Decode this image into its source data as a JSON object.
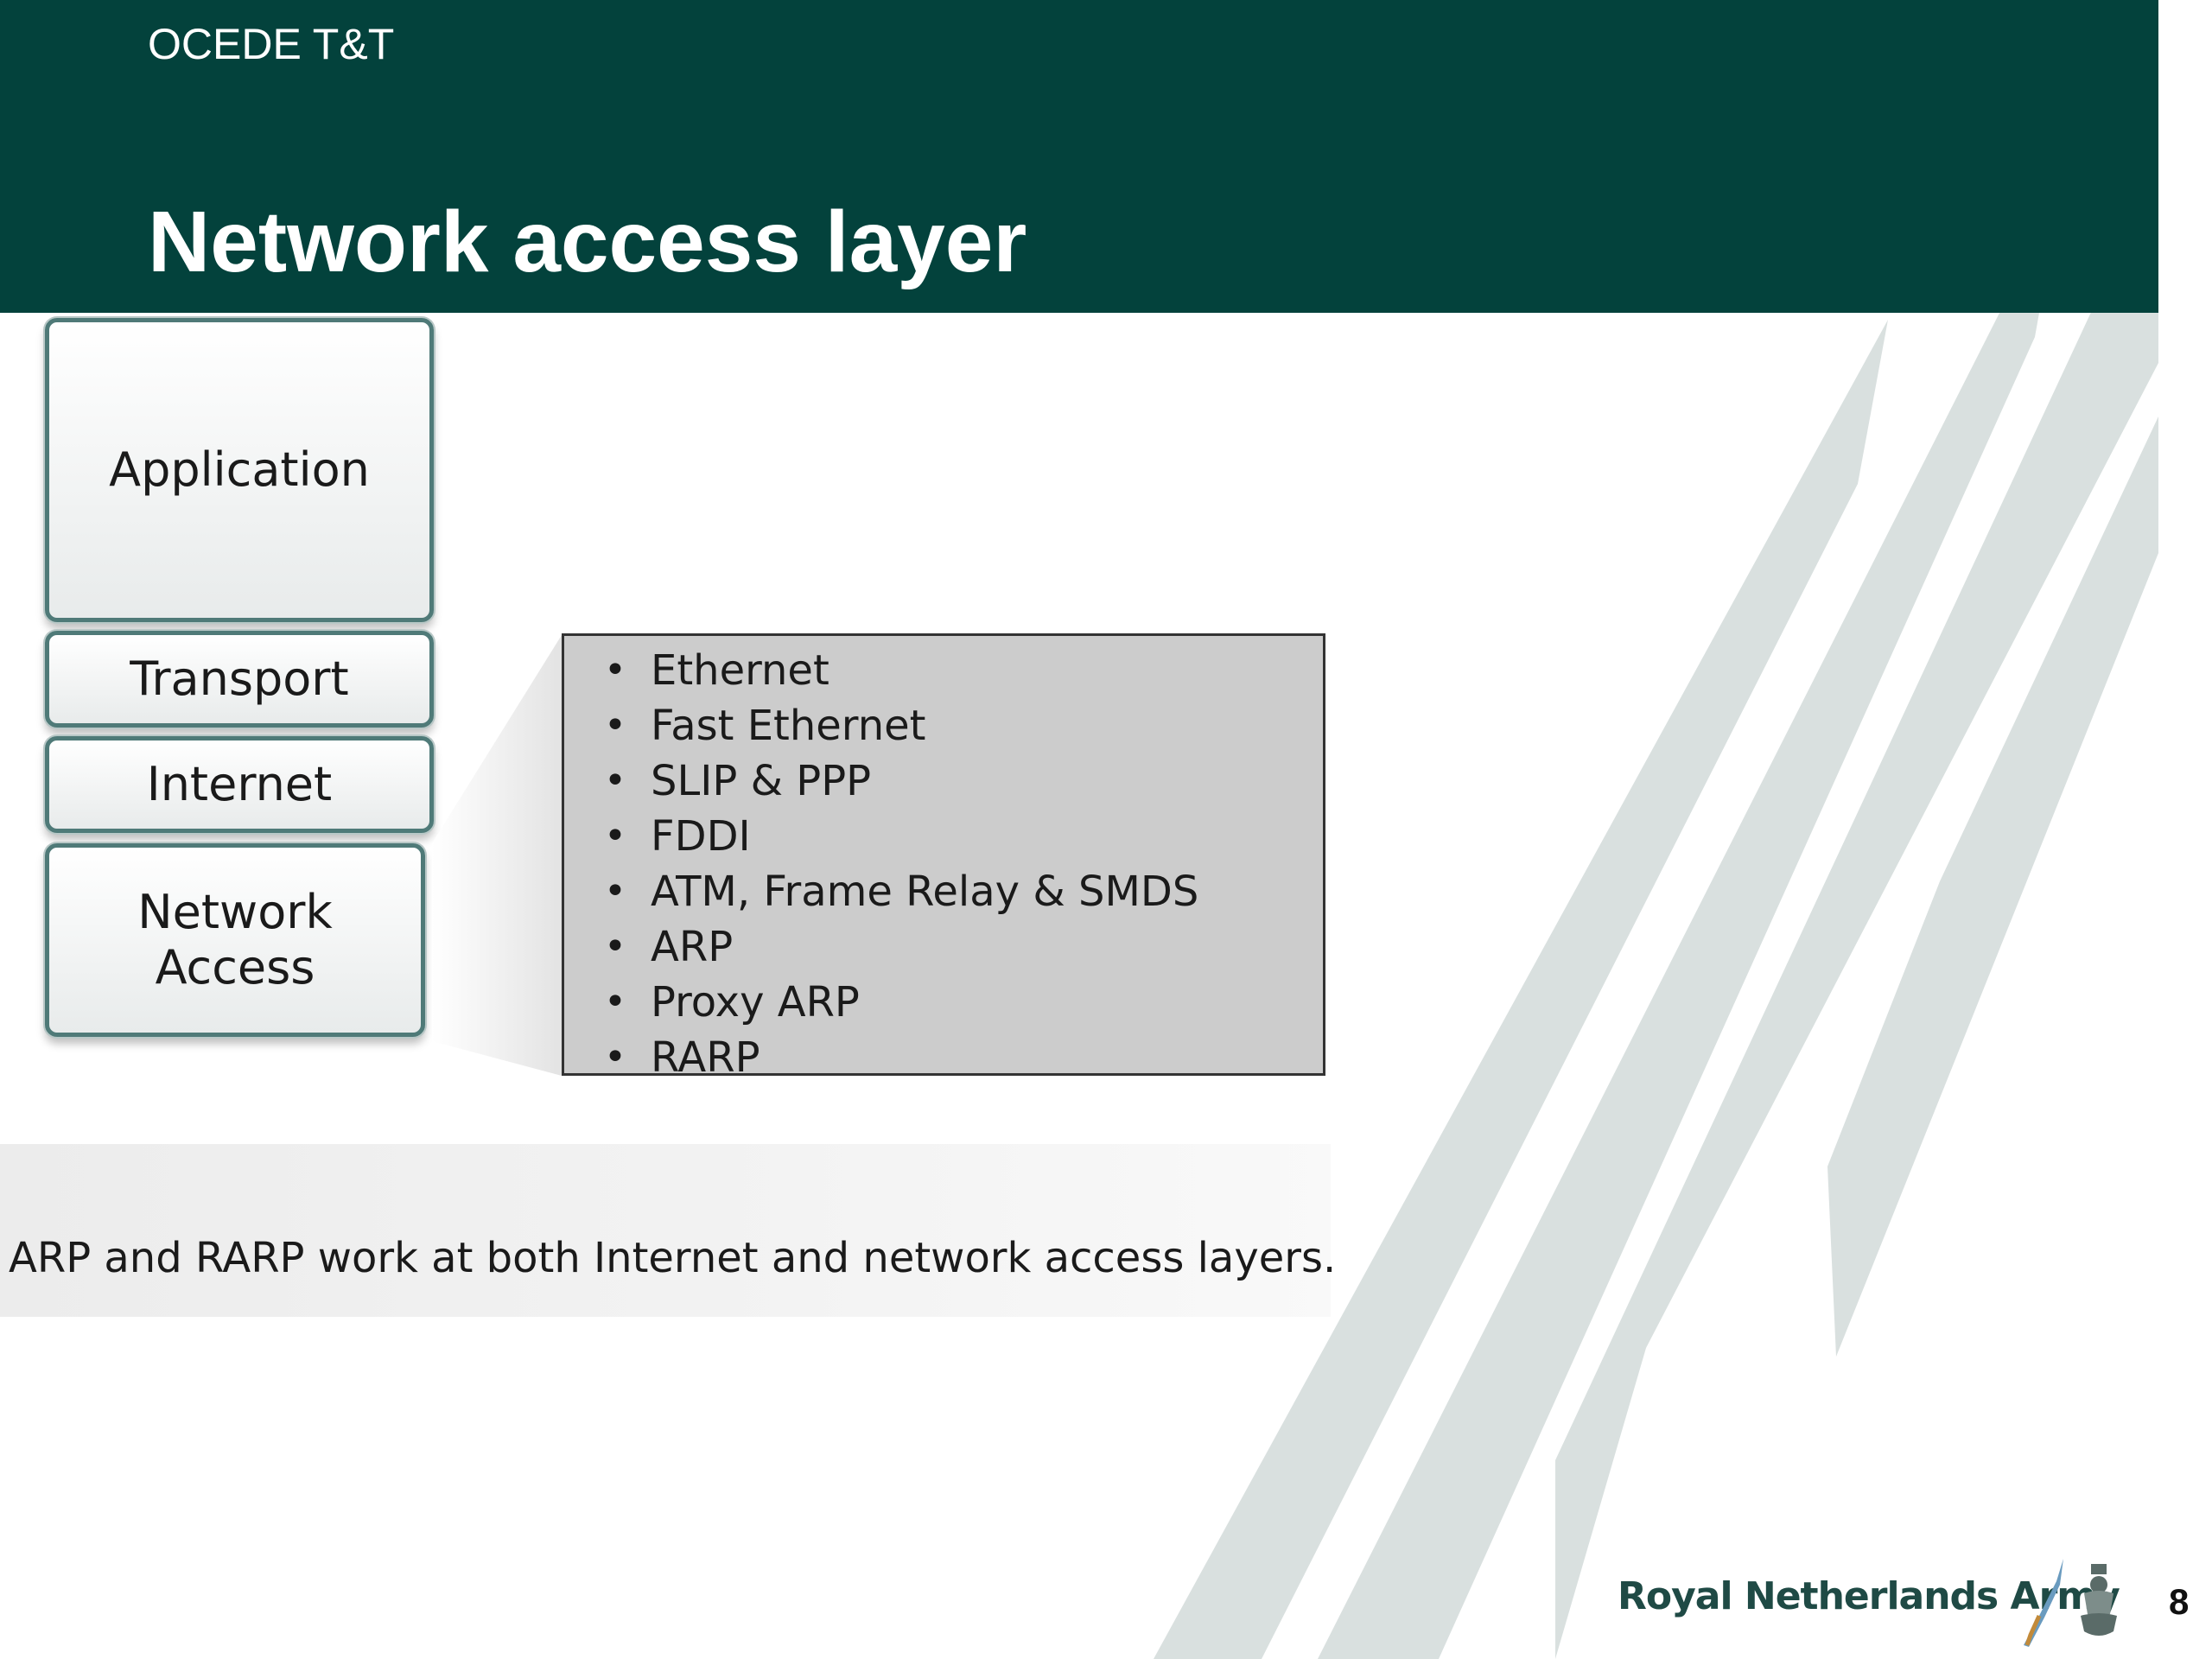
{
  "header": {
    "org_label": "OCEDE T&T",
    "title": "Network access layer"
  },
  "layers": {
    "application": "Application",
    "transport": "Transport",
    "internet": "Internet",
    "network_access": "Network Access"
  },
  "protocols": [
    "Ethernet",
    "Fast Ethernet",
    "SLIP & PPP",
    "FDDI",
    "ATM, Frame Relay & SMDS",
    "ARP",
    "Proxy ARP",
    "RARP"
  ],
  "bullet": "•",
  "note": "ARP and RARP work at both Internet and network access layers.",
  "footer": {
    "logo_text": "Royal Netherlands Army",
    "page_number": "8"
  },
  "colors": {
    "header_bg": "#03423c",
    "stripe": "#d9e0df",
    "callout_bg": "#cccccc"
  },
  "icons": [
    "crest-icon",
    "quill-icon"
  ]
}
